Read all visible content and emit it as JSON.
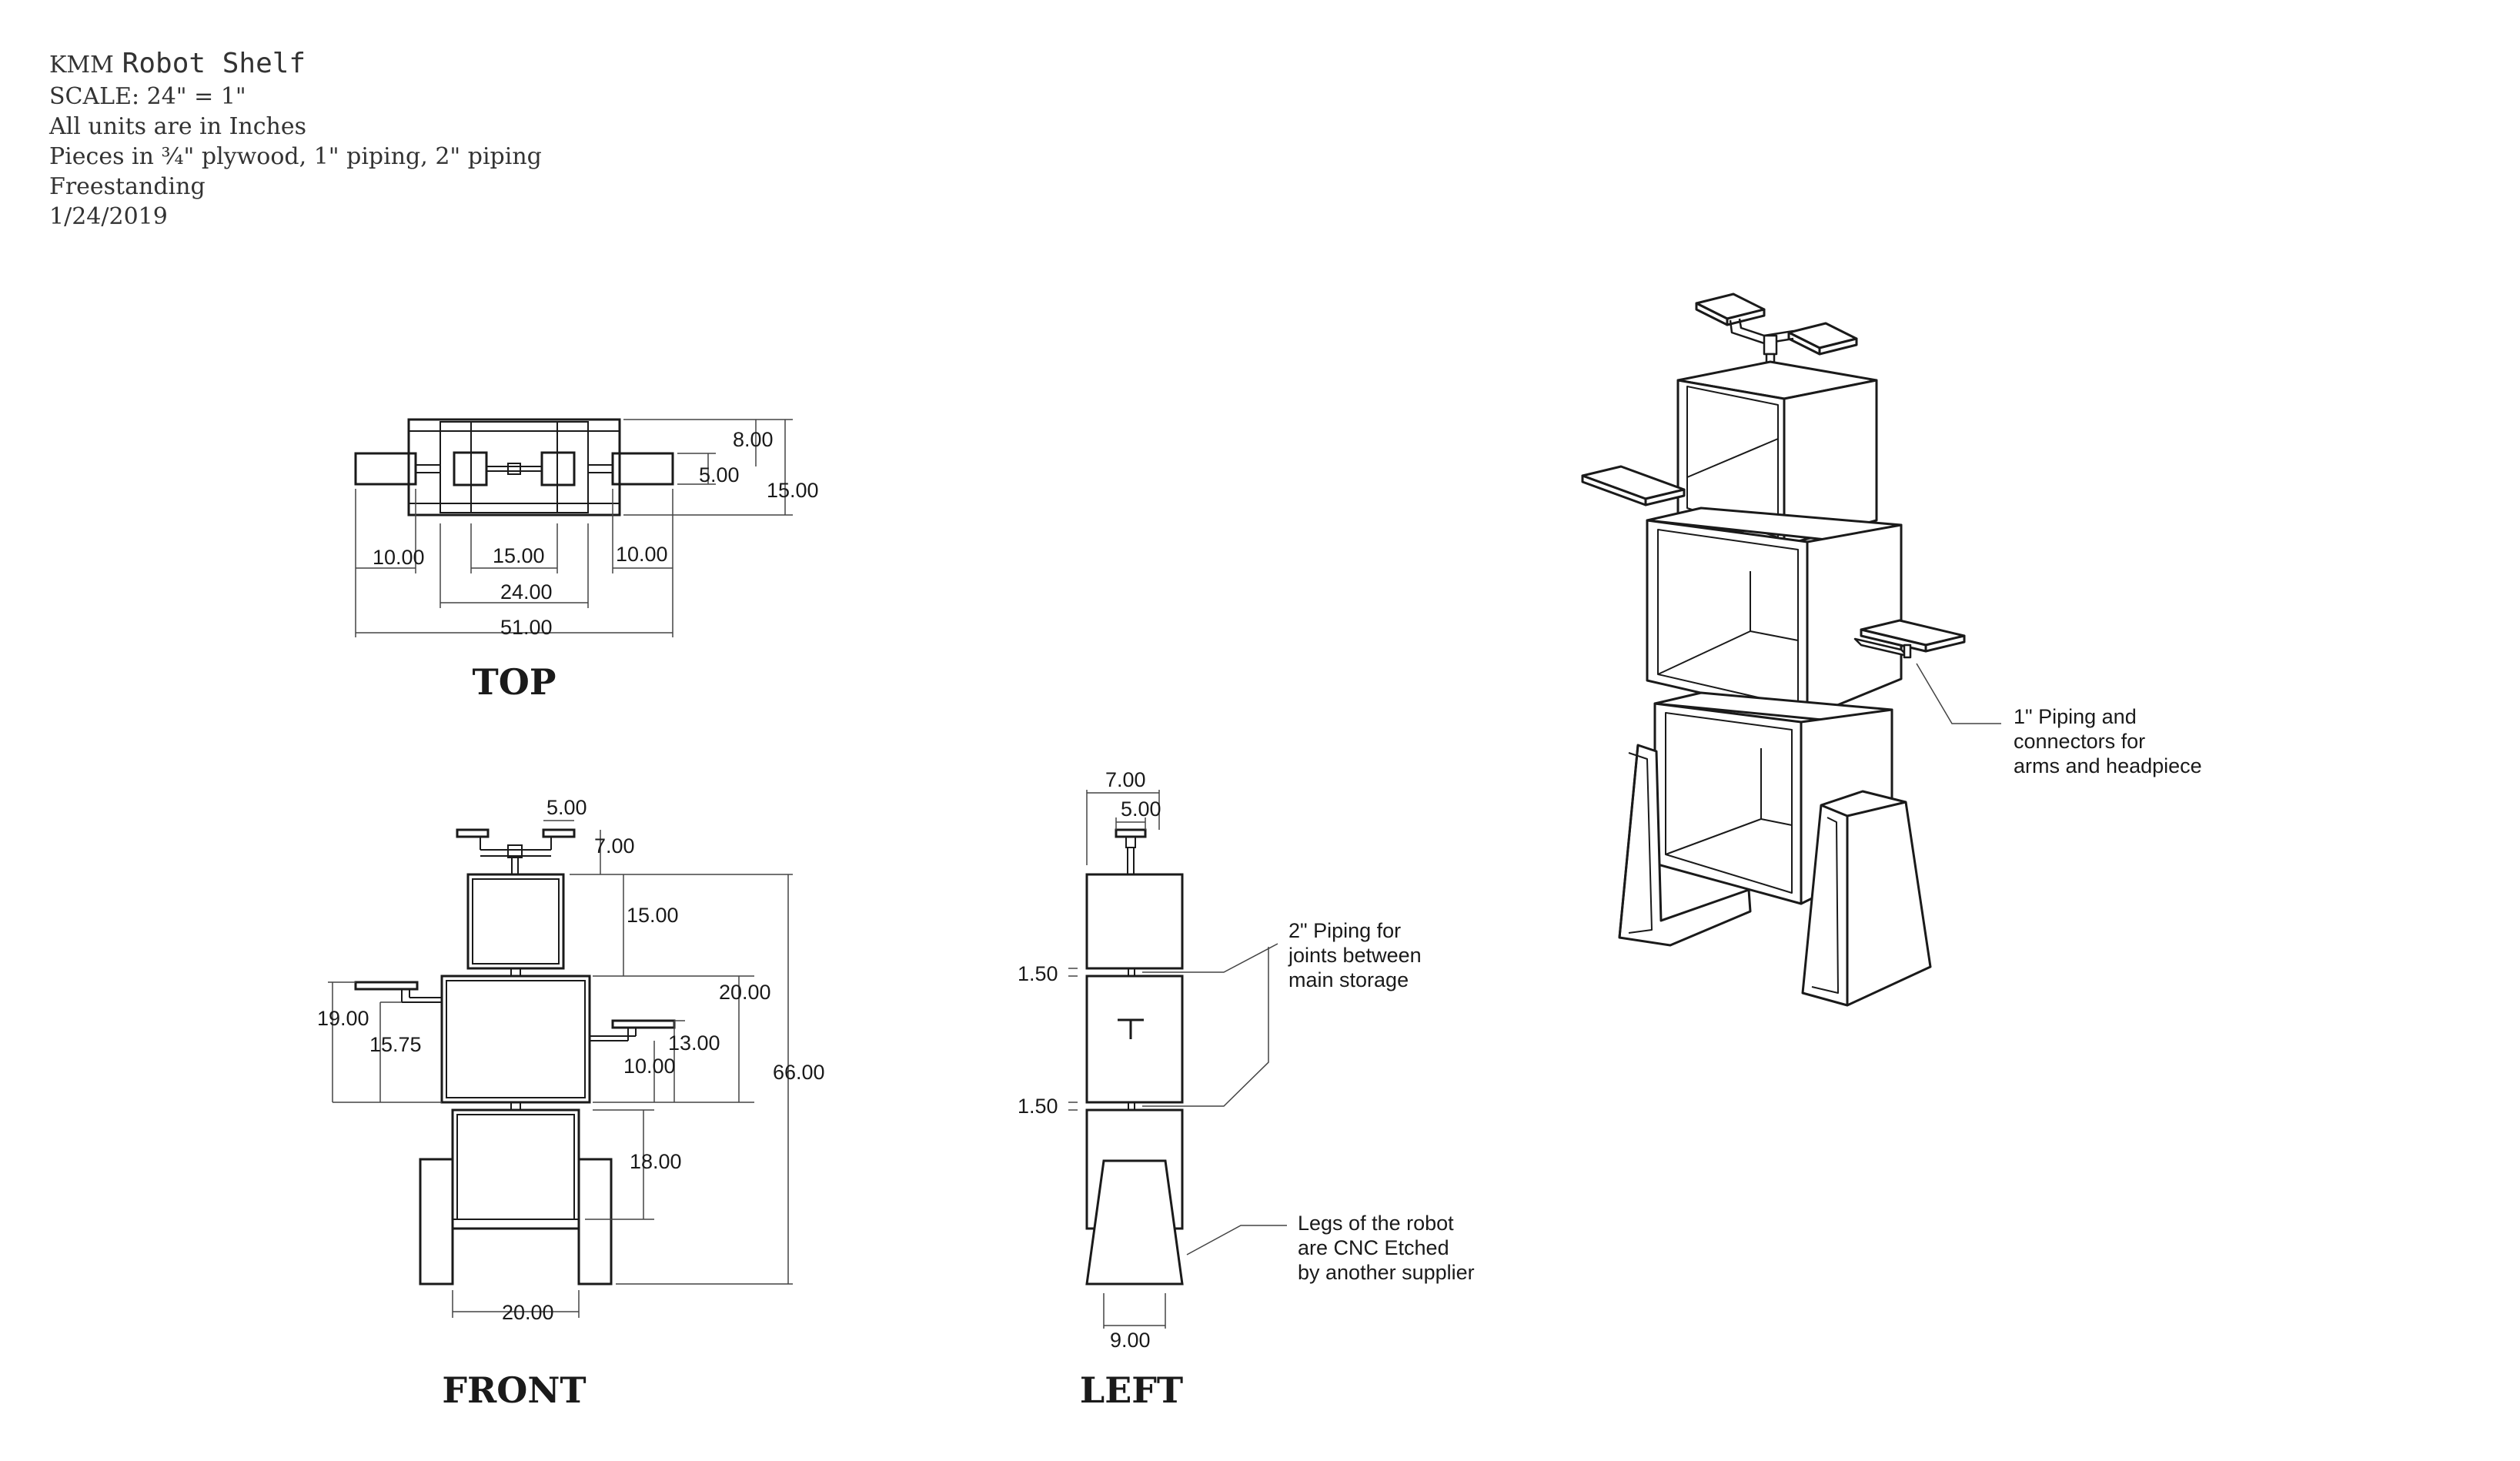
{
  "title_block": {
    "project_prefix": "KMM",
    "project_name": "Robot Shelf",
    "scale": "SCALE: 24\" = 1\"",
    "units": "All units are in Inches",
    "materials": "Pieces in ¾\" plywood, 1\" piping, 2\" piping",
    "mounting": "Freestanding",
    "date": "1/24/2019"
  },
  "views": {
    "top": {
      "label": "TOP",
      "dims": {
        "depth_outer": "8.00",
        "depth_inner": "5.00",
        "depth_total": "15.00",
        "arm_left": "10.00",
        "center": "15.00",
        "arm_right": "10.00",
        "body_width": "24.00",
        "overall_width": "51.00"
      }
    },
    "front": {
      "label": "FRONT",
      "dims": {
        "head_span": "5.00",
        "head_height": "7.00",
        "head_box": "15.00",
        "left_arm_height": "19.00",
        "left_arm_offset": "15.75",
        "body_height": "20.00",
        "right_arm_height": "13.00",
        "right_arm_offset": "10.00",
        "overall_height": "66.00",
        "leg_height": "18.00",
        "leg_spacing": "20.00"
      }
    },
    "left": {
      "label": "LEFT",
      "dims": {
        "head_outer": "7.00",
        "head_inner": "5.00",
        "gap_upper": "1.50",
        "gap_lower": "1.50",
        "leg_base": "9.00"
      }
    }
  },
  "notes": {
    "piping_joints": [
      "2\" Piping for",
      "joints between",
      "main storage"
    ],
    "legs": [
      "Legs of the robot",
      "are CNC Etched",
      "by another supplier"
    ],
    "arms": [
      "1\" Piping and",
      "connectors for",
      "arms and headpiece"
    ]
  }
}
